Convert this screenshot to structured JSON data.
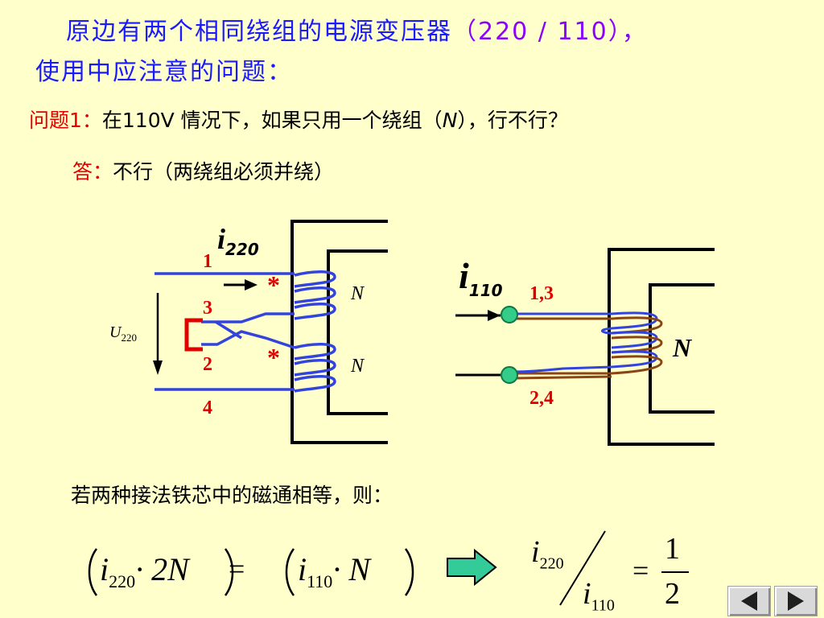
{
  "title": {
    "line1": "原边有两个相同绕组的电源变压器",
    "line1_paren": "（220 / 110），",
    "line2": "使用中应注意的问题："
  },
  "question": {
    "label": "问题1：",
    "text_before": "在110V 情况下，如果只用一个绕组（",
    "italic": "N",
    "text_after": "），行不行？"
  },
  "answer": {
    "label": "答：",
    "text": "不行（两绕组必须并绕）"
  },
  "left_diagram": {
    "current_label": "i",
    "current_sub": "220",
    "terminals": [
      "1",
      "3",
      "2",
      "4"
    ],
    "voltage_label": "U",
    "voltage_sub": "220",
    "dot_mark": "*",
    "winding_labels": [
      "N",
      "N"
    ]
  },
  "right_diagram": {
    "current_label": "i",
    "current_sub": "110",
    "terminal_top": "1,3",
    "terminal_bottom": "2,4",
    "winding_label": "N"
  },
  "statement": "若两种接法铁芯中的磁通相等，则：",
  "equation": {
    "lhs_var": "i",
    "lhs_sub": "220",
    "lhs_mult": "· 2N",
    "equals": "=",
    "rhs_var": "i",
    "rhs_sub": "110",
    "rhs_mult": "· N",
    "ratio_num_var": "i",
    "ratio_num_sub": "220",
    "ratio_den_var": "i",
    "ratio_den_sub": "110",
    "ratio_equals": "=",
    "ratio_num": "1",
    "ratio_den": "2"
  },
  "colors": {
    "title_blue": "#1a1aff",
    "highlight_red": "#e00000",
    "wire_blue": "#3344dd",
    "wire_brown": "#8b4513",
    "terminal_green": "#33cc88",
    "arrow_fill": "#33cc99"
  },
  "nav": {
    "prev_icon": "triangle-left-icon",
    "next_icon": "triangle-right-icon"
  }
}
